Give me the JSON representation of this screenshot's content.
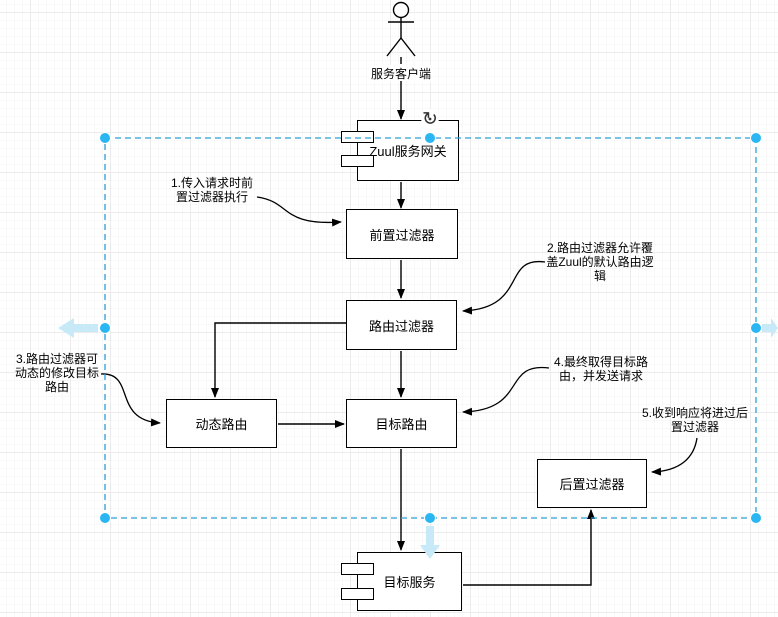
{
  "app": {
    "view": "diagram-editor-canvas"
  },
  "actor": {
    "label": "服务客户端"
  },
  "nodes": {
    "zuul": {
      "label": "Zuul服务网关",
      "shape": "uml-component"
    },
    "pre_filter": {
      "label": "前置过滤器",
      "shape": "rectangle"
    },
    "route_filter": {
      "label": "路由过滤器",
      "shape": "rectangle"
    },
    "dynamic_route": {
      "label": "动态路由",
      "shape": "rectangle"
    },
    "target_route": {
      "label": "目标路由",
      "shape": "rectangle"
    },
    "post_filter": {
      "label": "后置过滤器",
      "shape": "rectangle"
    },
    "target_service": {
      "label": "目标服务",
      "shape": "uml-component"
    }
  },
  "notes": {
    "n1": {
      "text": "1.传入请求时前置过滤器执行"
    },
    "n2": {
      "text": "2.路由过滤器允许覆盖Zuul的默认路由逻辑"
    },
    "n3": {
      "text": "3.路由过滤器可动态的修改目标路由"
    },
    "n4": {
      "text": "4.最终取得目标路由，并发送请求"
    },
    "n5": {
      "text": "5.收到响应将进过后置过滤器"
    }
  },
  "edges": [
    {
      "from": "服务客户端",
      "to": "Zuul服务网关"
    },
    {
      "from": "Zuul服务网关",
      "to": "前置过滤器"
    },
    {
      "from": "前置过滤器",
      "to": "路由过滤器"
    },
    {
      "from": "路由过滤器",
      "to": "动态路由"
    },
    {
      "from": "路由过滤器",
      "to": "目标路由"
    },
    {
      "from": "动态路由",
      "to": "目标路由"
    },
    {
      "from": "目标路由",
      "to": "目标服务"
    },
    {
      "from": "目标服务",
      "to": "后置过滤器"
    }
  ],
  "icons": {
    "rotate": "↻"
  },
  "colors": {
    "handle_fill": "#29b6f2",
    "selection_dash": "#2e9fd6",
    "shape_stroke": "#000000",
    "faint_arrow": "#c8e9f8"
  }
}
